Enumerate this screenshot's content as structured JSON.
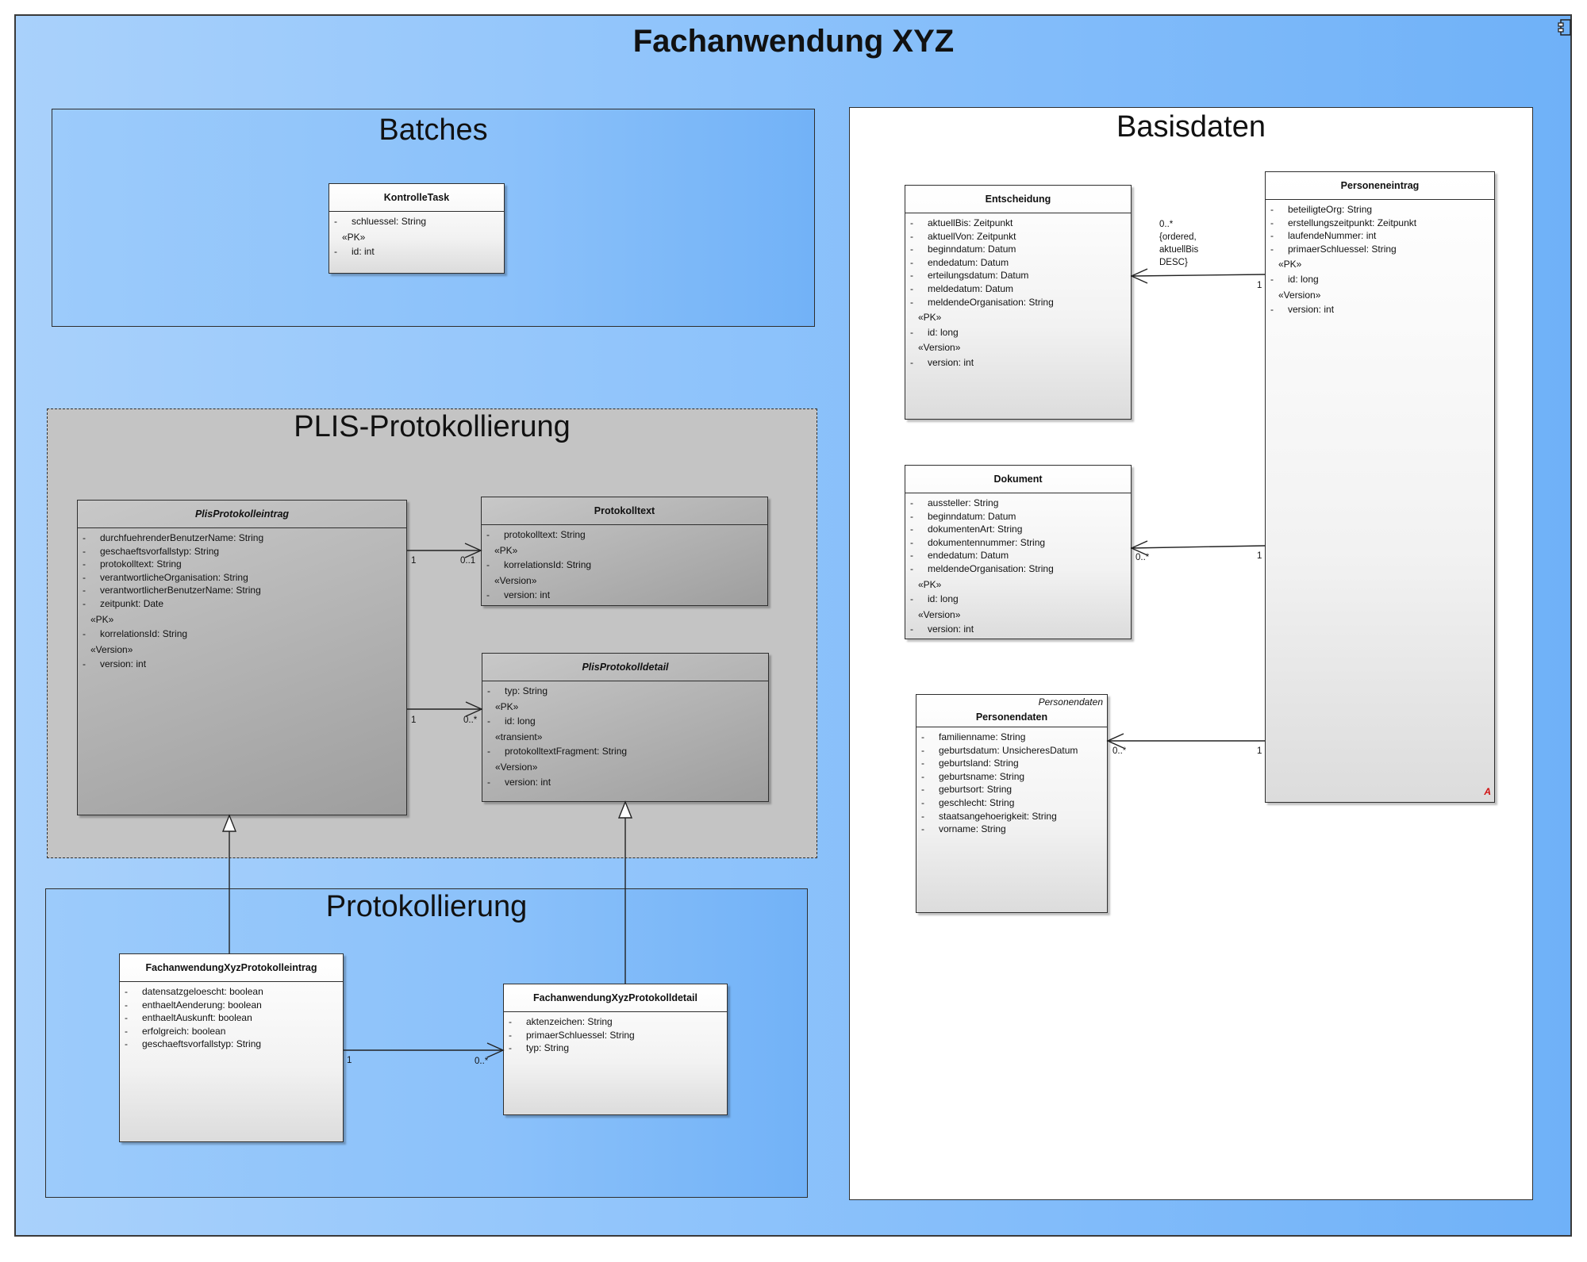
{
  "title": "Fachanwendung XYZ",
  "packages": {
    "batches": "Batches",
    "basisdaten": "Basisdaten",
    "plis": "PLIS-Protokollierung",
    "protokollierung": "Protokollierung"
  },
  "classes": {
    "kontrolletask": {
      "name": "KontrolleTask",
      "attrs": [
        "schluessel: String"
      ],
      "pk_label": "«PK»",
      "pk": [
        "id: int"
      ]
    },
    "entscheidung": {
      "name": "Entscheidung",
      "attrs": [
        "aktuellBis: Zeitpunkt",
        "aktuellVon: Zeitpunkt",
        "beginndatum: Datum",
        "endedatum: Datum",
        "erteilungsdatum: Datum",
        "meldedatum: Datum",
        "meldendeOrganisation: String"
      ],
      "pk_label": "«PK»",
      "pk": [
        "id: long"
      ],
      "version_label": "«Version»",
      "version": [
        "version: int"
      ]
    },
    "personeneintrag": {
      "name": "Personeneintrag",
      "attrs": [
        "beteiligteOrg: String",
        "erstellungszeitpunkt: Zeitpunkt",
        "laufendeNummer: int",
        "primaerSchluessel: String"
      ],
      "pk_label": "«PK»",
      "pk": [
        "id: long"
      ],
      "version_label": "«Version»",
      "version": [
        "version: int"
      ],
      "corner_mark": "A"
    },
    "dokument": {
      "name": "Dokument",
      "attrs": [
        "aussteller: String",
        "beginndatum: Datum",
        "dokumentenArt: String",
        "dokumentennummer: String",
        "endedatum: Datum",
        "meldendeOrganisation: String"
      ],
      "pk_label": "«PK»",
      "pk": [
        "id: long"
      ],
      "version_label": "«Version»",
      "version": [
        "version: int"
      ]
    },
    "personendaten": {
      "stereotype": "Personendaten",
      "name": "Personendaten",
      "attrs": [
        "familienname: String",
        "geburtsdatum: UnsicheresDatum",
        "geburtsland: String",
        "geburtsname: String",
        "geburtsort: String",
        "geschlecht: String",
        "staatsangehoerigkeit: String",
        "vorname: String"
      ]
    },
    "plisprotokolleintrag": {
      "name": "PlisProtokolleintrag",
      "attrs": [
        "durchfuehrenderBenutzerName: String",
        "geschaeftsvorfallstyp: String",
        "protokolltext: String",
        "verantwortlicheOrganisation: String",
        "verantwortlicherBenutzerName: String",
        "zeitpunkt: Date"
      ],
      "pk_label": "«PK»",
      "pk": [
        "korrelationsId: String"
      ],
      "version_label": "«Version»",
      "version": [
        "version: int"
      ]
    },
    "protokolltext": {
      "name": "Protokolltext",
      "attrs": [
        "protokolltext: String"
      ],
      "pk_label": "«PK»",
      "pk": [
        "korrelationsId: String"
      ],
      "version_label": "«Version»",
      "version": [
        "version: int"
      ]
    },
    "plisprotokolldetail": {
      "name": "PlisProtokolldetail",
      "attrs": [
        "typ: String"
      ],
      "pk_label": "«PK»",
      "pk": [
        "id: long"
      ],
      "transient_label": "«transient»",
      "transient": [
        "protokolltextFragment: String"
      ],
      "version_label": "«Version»",
      "version": [
        "version: int"
      ]
    },
    "fa_eintrag": {
      "name": "FachanwendungXyzProtokolleintrag",
      "attrs": [
        "datensatzgeloescht: boolean",
        "enthaeltAenderung: boolean",
        "enthaeltAuskunft: boolean",
        "erfolgreich: boolean",
        "geschaeftsvorfallstyp: String"
      ]
    },
    "fa_detail": {
      "name": "FachanwendungXyzProtokolldetail",
      "attrs": [
        "aktenzeichen: String",
        "primaerSchluessel: String",
        "typ: String"
      ]
    }
  },
  "multiplicities": {
    "pe_ent_target": "0..*",
    "pe_ent_constraint": [
      "{ordered,",
      "aktuellBis",
      "DESC}"
    ],
    "pe_ent_source": "1",
    "pe_dok_target": "0..*",
    "pe_dok_source": "1",
    "pe_pd_target": "0..*",
    "pe_pd_source": "1",
    "pe_text_source": "1",
    "pe_text_target": "0..1",
    "pe_detail_source": "1",
    "pe_detail_target": "0..*",
    "fa_source": "1",
    "fa_target": "0..*"
  }
}
